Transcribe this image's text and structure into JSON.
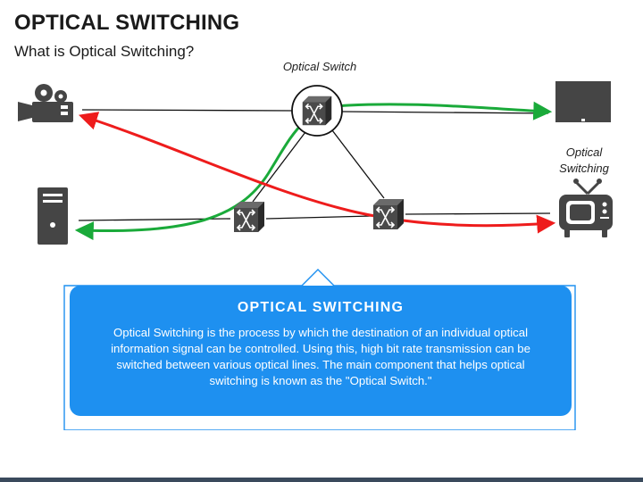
{
  "header": {
    "title": "OPTICAL SWITCHING",
    "subtitle": "What is Optical Switching?"
  },
  "diagram": {
    "optical_switch_label": "Optical Switch",
    "display_label_line1": "Optical",
    "display_label_line2": "Switching",
    "colors": {
      "green_path": "#1aaa3a",
      "red_path": "#ee1c1c",
      "line": "#111111",
      "device": "#4a4a4a",
      "switch_device": "#3c3c3c"
    },
    "icons": [
      "movie-camera-icon",
      "monitor-icon",
      "computer-tower-icon",
      "tv-icon",
      "optical-switch-icon"
    ]
  },
  "callout": {
    "title": "OPTICAL SWITCHING",
    "body": "Optical Switching is the process by which the destination of an individual optical information signal can be controlled. Using this, high bit rate transmission can be switched between various optical lines. The main component that helps optical switching is known as the \"Optical Switch.\"",
    "color": "#1e90f0"
  }
}
